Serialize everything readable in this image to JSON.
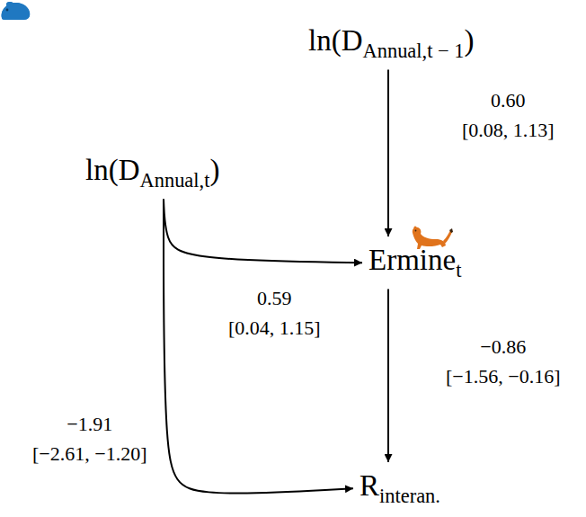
{
  "diagram": {
    "nodes": [
      {
        "text": [
          "ln(DAnnual,t − 1)"
        ]
      },
      {
        "text": [
          "ln(DAnnual,t)"
        ]
      },
      {
        "text": [
          "Erminet"
        ]
      },
      {
        "text": [
          "Rinteran."
        ]
      }
    ],
    "edges": [
      {
        "from": 0,
        "to": 2,
        "arrow": "to",
        "label": "0.60 [0.08, 1.13]"
      },
      {
        "from": 1,
        "to": 2,
        "arrow": "to",
        "label": "0.59 [0.04, 1.15]"
      },
      {
        "from": 2,
        "to": 3,
        "arrow": "to",
        "label": "−0.86 [−1.56, −0.16]"
      },
      {
        "from": 1,
        "to": 3,
        "arrow": "to",
        "label": "−1.91 [−2.61, −1.20]"
      }
    ]
  }
}
